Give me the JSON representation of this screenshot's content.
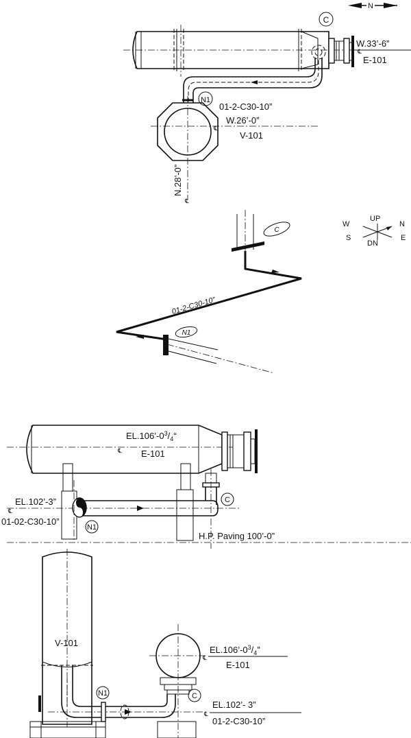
{
  "north_arrow": {
    "label": "N"
  },
  "plan": {
    "exchanger_location": "W.33’-6”",
    "exchanger_tag": "E-101",
    "line_number": "01-2-C30-10”",
    "vessel_location": "W.26’-0”",
    "vessel_tag": "V-101",
    "vessel_north": "N.28’-0”",
    "nozzle_c": "C",
    "nozzle_n1": "N1"
  },
  "iso": {
    "compass": {
      "up": "UP",
      "dn": "DN",
      "n": "N",
      "s": "S",
      "e": "E",
      "w": "W"
    },
    "line_number": "01-2-C30-10”",
    "nozzle_c": "C",
    "nozzle_n1": "N1"
  },
  "elevation1": {
    "exchanger_elevation": "EL.106’-0",
    "exchanger_elevation_frac_num": "3",
    "exchanger_elevation_frac_den": "4",
    "exchanger_elevation_suffix": "“",
    "exchanger_tag": "E-101",
    "line_elevation": "EL.102’-3”",
    "line_number": "01-02-C30-10”",
    "paving": "H.P. Paving 100’-0”",
    "nozzle_c": "C",
    "nozzle_n1": "N1"
  },
  "elevation2": {
    "vessel_tag": "V-101",
    "exchanger_elevation": "EL.106’-0",
    "exchanger_elevation_frac_num": "3",
    "exchanger_elevation_frac_den": "4",
    "exchanger_elevation_suffix": "”",
    "exchanger_tag": "E-101",
    "line_elevation": "EL.102’- 3”",
    "line_number": "01-2-C30-10”",
    "nozzle_c": "C",
    "nozzle_n1": "N1"
  }
}
